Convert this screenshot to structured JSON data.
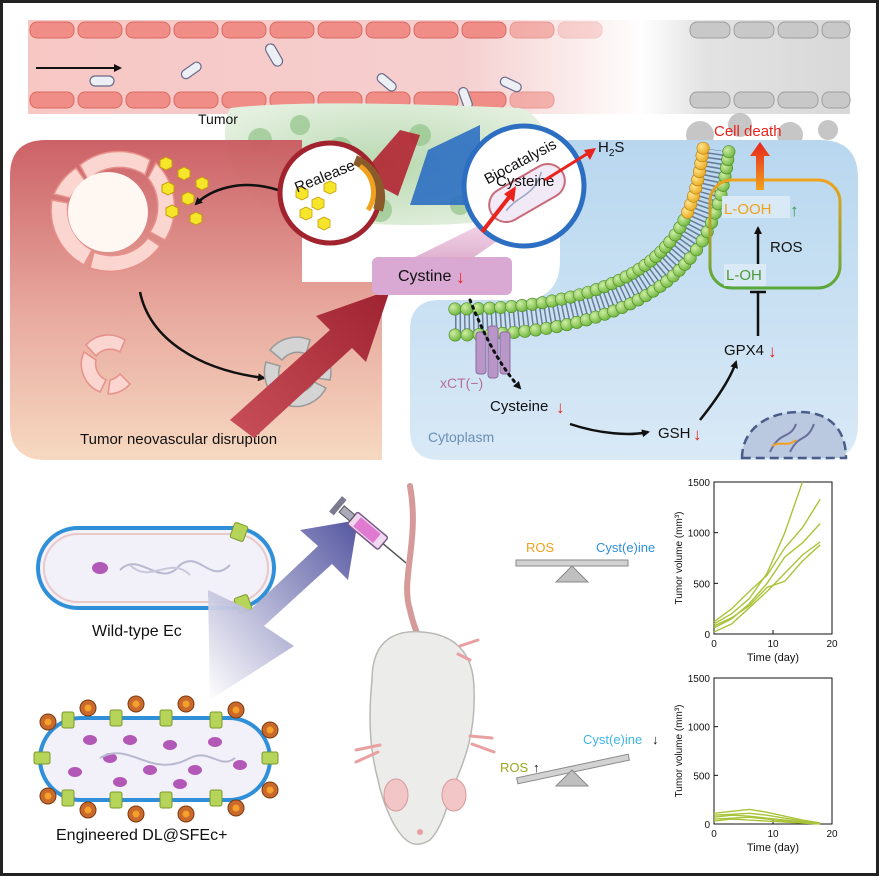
{
  "labels": {
    "tumor": "Tumor",
    "release": "Realease",
    "biocatalysis": "Biocatalysis",
    "cysteine_in_bubble": "Cysteine",
    "h2s_h": "H",
    "h2s_sub": "2",
    "h2s_s": "S",
    "cell_death": "Cell death",
    "l_ooh": "L-OOH",
    "ros_loop": "ROS",
    "l_oh": "L-OH",
    "gpx4": "GPX4",
    "cystine": "Cystine",
    "xct": "xCT(−)",
    "cysteine": "Cysteine",
    "gsh": "GSH",
    "cytoplasm": "Cytoplasm",
    "neovascular": "Tumor neovascular disruption",
    "wild_type": "Wild-type Ec",
    "engineered": "Engineered DL@SFEc+",
    "ros_top": "ROS",
    "cyst_top": "Cyst(e)ine",
    "ros_bottom": "ROS",
    "cyst_bottom": "Cyst(e)ine",
    "arrow_up": "↑",
    "arrow_down": "↓"
  },
  "colors": {
    "red": "#e8231c",
    "green": "#2e9a3a",
    "orange": "#f0a21e",
    "blue": "#2f8fd8",
    "olive": "#9aa61e",
    "series": "#a9c43a"
  },
  "chart_data": [
    {
      "type": "line",
      "xlabel": "Time (day)",
      "ylabel": "Tumor volume (mm³)",
      "xlim": [
        0,
        20
      ],
      "ylim": [
        0,
        1500
      ],
      "xticks": [
        "0",
        "10",
        "20"
      ],
      "yticks": [
        "0",
        "500",
        "1000",
        "1500"
      ],
      "series": [
        {
          "x": [
            0,
            3,
            6,
            9,
            12,
            15
          ],
          "y": [
            100,
            200,
            350,
            600,
            1000,
            1500
          ]
        },
        {
          "x": [
            0,
            3,
            6,
            9,
            12,
            15,
            18
          ],
          "y": [
            120,
            250,
            420,
            580,
            850,
            1050,
            1330
          ]
        },
        {
          "x": [
            0,
            3,
            6,
            9,
            12,
            15,
            18
          ],
          "y": [
            60,
            150,
            300,
            500,
            760,
            900,
            1090
          ]
        },
        {
          "x": [
            0,
            3,
            6,
            9,
            12,
            15,
            18
          ],
          "y": [
            20,
            100,
            260,
            420,
            600,
            780,
            910
          ]
        },
        {
          "x": [
            0,
            3,
            6,
            9,
            12,
            15,
            18
          ],
          "y": [
            80,
            160,
            280,
            460,
            520,
            720,
            880
          ]
        }
      ]
    },
    {
      "type": "line",
      "xlabel": "Time (day)",
      "ylabel": "Tumor volume (mm³)",
      "xlim": [
        0,
        20
      ],
      "ylim": [
        0,
        1500
      ],
      "xticks": [
        "0",
        "10",
        "20"
      ],
      "yticks": [
        "0",
        "500",
        "1000",
        "1500"
      ],
      "series": [
        {
          "x": [
            0,
            3,
            6,
            9,
            12,
            15,
            18
          ],
          "y": [
            110,
            130,
            150,
            120,
            80,
            40,
            10
          ]
        },
        {
          "x": [
            0,
            3,
            6,
            9,
            12,
            15,
            18
          ],
          "y": [
            90,
            100,
            110,
            90,
            60,
            30,
            5
          ]
        },
        {
          "x": [
            0,
            3,
            6,
            9,
            12,
            15,
            18
          ],
          "y": [
            70,
            90,
            80,
            60,
            40,
            20,
            5
          ]
        },
        {
          "x": [
            0,
            3,
            6,
            9,
            12,
            15,
            18
          ],
          "y": [
            50,
            60,
            70,
            50,
            30,
            15,
            5
          ]
        },
        {
          "x": [
            0,
            3,
            6,
            9,
            12,
            15,
            18
          ],
          "y": [
            30,
            50,
            40,
            30,
            20,
            10,
            0
          ]
        }
      ]
    }
  ]
}
